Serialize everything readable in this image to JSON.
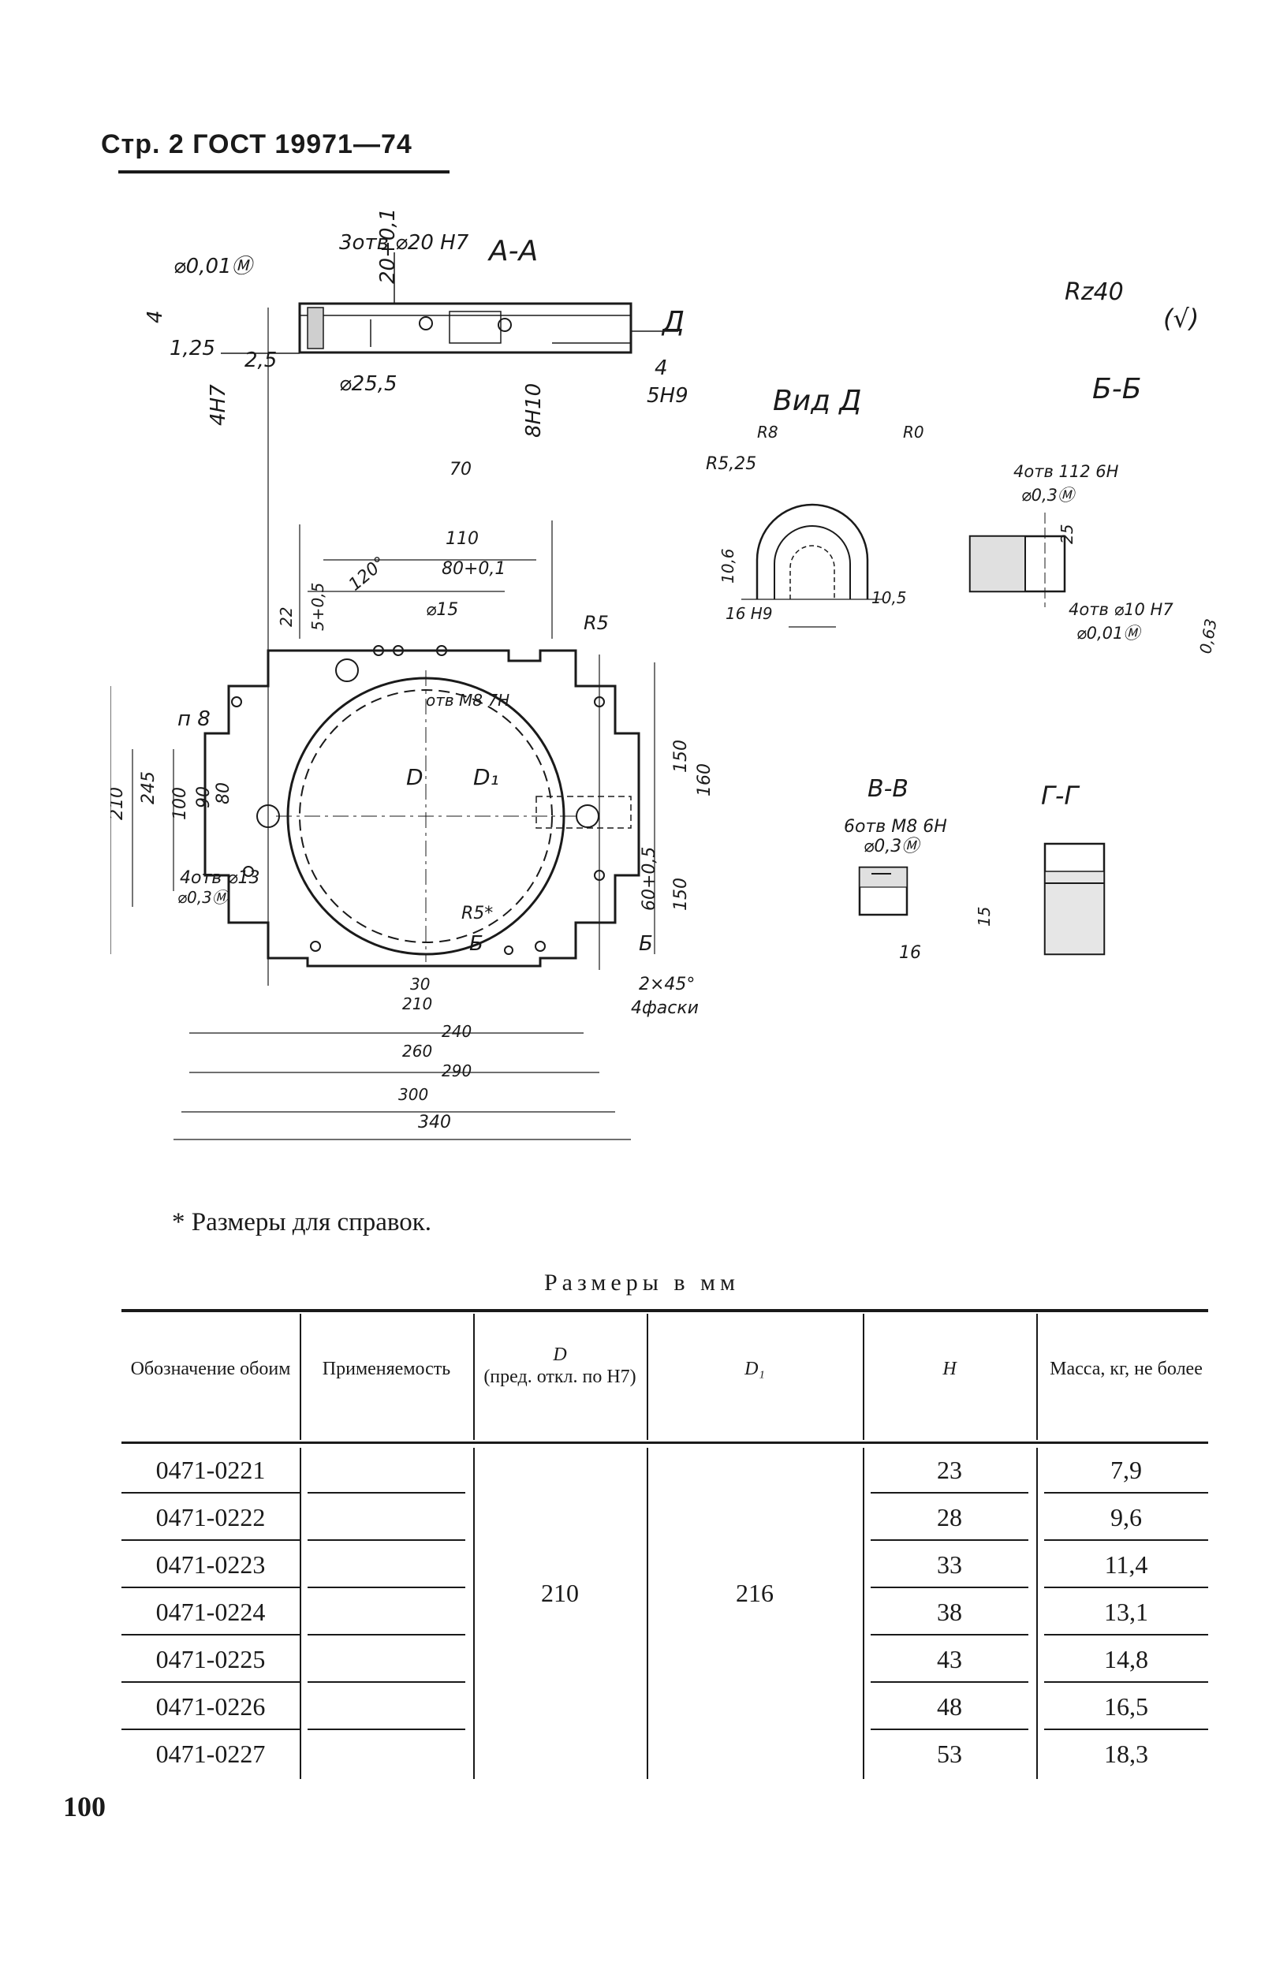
{
  "header": {
    "title": "Стр. 2  ГОСТ 19971—74"
  },
  "drawing": {
    "section_labels": {
      "aa": "А-А",
      "vid_d": "Вид Д",
      "bb": "Б-Б",
      "vv": "В-В",
      "gg": "Г-Г"
    },
    "roughness": {
      "main": "Rz40",
      "paren": "(√)"
    },
    "callouts": {
      "holes_3x20": "3отв ⌀20 H7",
      "tol_001": "⌀0,01Ⓜ",
      "holes_4x13": "4отв ⌀13",
      "tol_03": "⌀0,3Ⓜ",
      "holes_4x12": "4отв 112 6H",
      "tol_03b": "⌀0,3Ⓜ",
      "holes_4x10": "4отв ⌀10 H7",
      "tol_001b": "⌀0,01Ⓜ",
      "holes_6xm8": "6отв M8 6H",
      "tol_03c": "⌀0,3Ⓜ",
      "holes_m8_7h": "отв M8 7H",
      "chamfer": "2×45°",
      "chamfer_count": "4фаски",
      "n8": "п 8"
    },
    "dimensions": {
      "d20": "20+0,1",
      "r125": "1,25",
      "r25": "2,5",
      "d255": "⌀25,5",
      "h4": "4",
      "h4h7": "4H7",
      "h8h10": "8H10",
      "w5h9": "5H9",
      "w4": "4",
      "d110": "110",
      "d80": "80+0,1",
      "d70": "70",
      "d120deg": "120°",
      "d15": "⌀15",
      "r5": "R5",
      "d22": "22",
      "d5": "5+0,5",
      "d210v": "210",
      "d245": "245",
      "d100": "100",
      "d90": "90",
      "d80v": "80",
      "d150": "150",
      "d160": "160",
      "d60": "60+0,5",
      "d150b": "150",
      "d30": "30",
      "d210h": "210",
      "d240": "240",
      "d260": "260",
      "d290": "290",
      "d300": "300",
      "d340": "340",
      "r525": "R5,25",
      "r8": "R8",
      "r0": "R0",
      "d10_6": "10,6",
      "d16h9": "16 H9",
      "d105": "10,5",
      "d25": "25",
      "d063": "0,63",
      "d16": "16",
      "d15v": "15",
      "d_D": "D",
      "d_D1": "D₁",
      "r5b": "R5*",
      "d_b": "Б"
    }
  },
  "footnote": "* Размеры для справок.",
  "table": {
    "caption": "Размеры в мм",
    "headers": {
      "designation": "Обозначение обоим",
      "applicability": "Применяемость",
      "d": "D",
      "d_sub": "(пред. откл. по H7)",
      "d1": "D₁",
      "h": "H",
      "mass": "Масса, кг, не более"
    },
    "shared_d": "210",
    "shared_d1": "216",
    "rows": [
      {
        "designation": "0471-0221",
        "h": "23",
        "mass": "7,9"
      },
      {
        "designation": "0471-0222",
        "h": "28",
        "mass": "9,6"
      },
      {
        "designation": "0471-0223",
        "h": "33",
        "mass": "11,4"
      },
      {
        "designation": "0471-0224",
        "h": "38",
        "mass": "13,1"
      },
      {
        "designation": "0471-0225",
        "h": "43",
        "mass": "14,8"
      },
      {
        "designation": "0471-0226",
        "h": "48",
        "mass": "16,5"
      },
      {
        "designation": "0471-0227",
        "h": "53",
        "mass": "18,3"
      }
    ]
  },
  "page_number": "100"
}
